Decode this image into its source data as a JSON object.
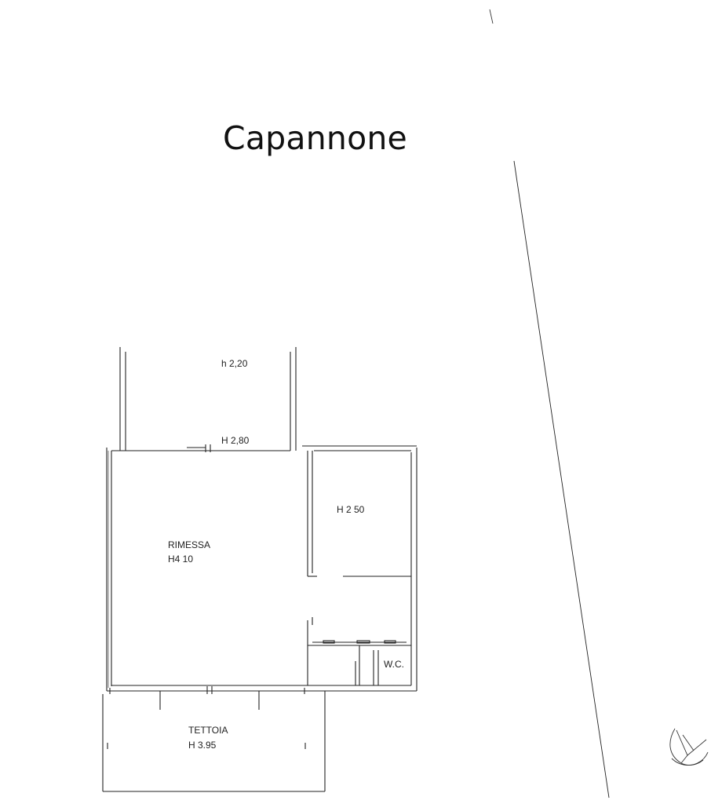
{
  "title": "Capannone",
  "labels": {
    "upper_h1": "h 2,20",
    "upper_h2": "H 2,80",
    "room_h250": "H 2 50",
    "rimessa_name": "RIMESSA",
    "rimessa_h": "H4 10",
    "wc": "W.C.",
    "tettoia_name": "TETTOIA",
    "tettoia_h": "H 3.95"
  },
  "colors": {
    "line": "#222222",
    "paper": "#ffffff"
  },
  "icons": {
    "north_arrow": "north-arrow-icon"
  }
}
